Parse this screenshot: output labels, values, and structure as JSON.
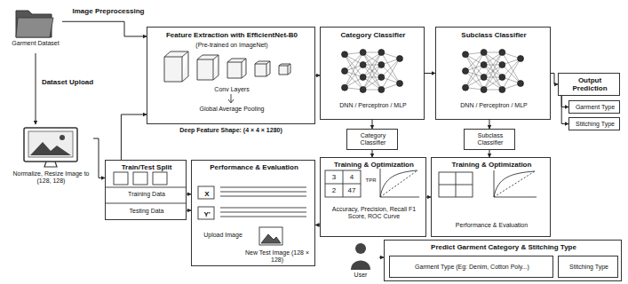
{
  "diagram": {
    "nodes": [
      {
        "text": [
          "Garment Dataset"
        ]
      },
      {
        "text": [
          "Normalize, Resize Image to (128, 128)"
        ]
      },
      {
        "text": [
          "Feature Extraction with EfficientNet-B0",
          "(Pre-trained on ImageNet)",
          "Conv Layers",
          "Global Average Pooling"
        ]
      },
      {
        "text": [
          "Category Classifier",
          "DNN / Perceptron / MLP"
        ]
      },
      {
        "text": [
          "Subclass Classifier",
          "DNN / Perceptron / MLP"
        ]
      },
      {
        "text": [
          "Output Prediction"
        ]
      },
      {
        "text": [
          "Garment Type"
        ]
      },
      {
        "text": [
          "Stitching Type"
        ]
      },
      {
        "text": [
          "Category Classifier"
        ]
      },
      {
        "text": [
          "Subclass Classifier"
        ]
      },
      {
        "text": [
          "Train/Test Split",
          "Training Data",
          "Testing Data"
        ]
      },
      {
        "text": [
          "Performance & Evaluation",
          "X",
          "Y'",
          "Upload Image",
          "New Test Image (128 × 128)"
        ]
      },
      {
        "text": [
          "Training & Optimization",
          "Accuracy, Precision, Recall F1 Score, ROC Curve"
        ]
      },
      {
        "text": [
          "Training & Optimization",
          "Performance & Evaluation"
        ]
      },
      {
        "text": [
          "User"
        ]
      },
      {
        "text": [
          "Predict Garment Category & Stitching Type"
        ]
      },
      {
        "text": [
          "Garment Type (Eg: Denim, Cotton Poly...)"
        ],
        "in": 15
      },
      {
        "text": [
          "Stitching Type"
        ],
        "in": 15
      }
    ],
    "edges": [
      {
        "from": 0,
        "to": 2,
        "arrow": "to",
        "label": "Image Preprocessing"
      },
      {
        "from": 0,
        "to": 1,
        "arrow": "to",
        "label": "Dataset Upload"
      },
      {
        "from": 2,
        "to": 3,
        "arrow": "to"
      },
      {
        "from": 3,
        "to": 4,
        "arrow": "to"
      },
      {
        "from": 4,
        "to": 5,
        "arrow": "to"
      },
      {
        "from": 5,
        "to": 6,
        "arrow": "to"
      },
      {
        "from": 5,
        "to": 7,
        "arrow": "to"
      },
      {
        "from": 3,
        "to": 8,
        "arrow": "to"
      },
      {
        "from": 8,
        "to": 12,
        "arrow": "to"
      },
      {
        "from": 4,
        "to": 9,
        "arrow": "to"
      },
      {
        "from": 9,
        "to": 13,
        "arrow": "to"
      },
      {
        "from": 12,
        "to": 13,
        "arrow": "to"
      },
      {
        "from": 10,
        "to": 2,
        "arrow": "to"
      },
      {
        "from": 10,
        "to": 11,
        "arrow": "to"
      },
      {
        "from": 10,
        "to": 11,
        "arrow": "to"
      },
      {
        "from": 14,
        "to": 15,
        "arrow": "to"
      },
      {
        "from": 12,
        "to": 11,
        "arrow": "to"
      },
      {
        "from": 1,
        "to": 10,
        "arrow": "to"
      }
    ],
    "labels": [
      "Deep Feature Shape: (4 × 4 × 1280)",
      "3",
      "4",
      "2",
      "47",
      "TPR"
    ]
  }
}
